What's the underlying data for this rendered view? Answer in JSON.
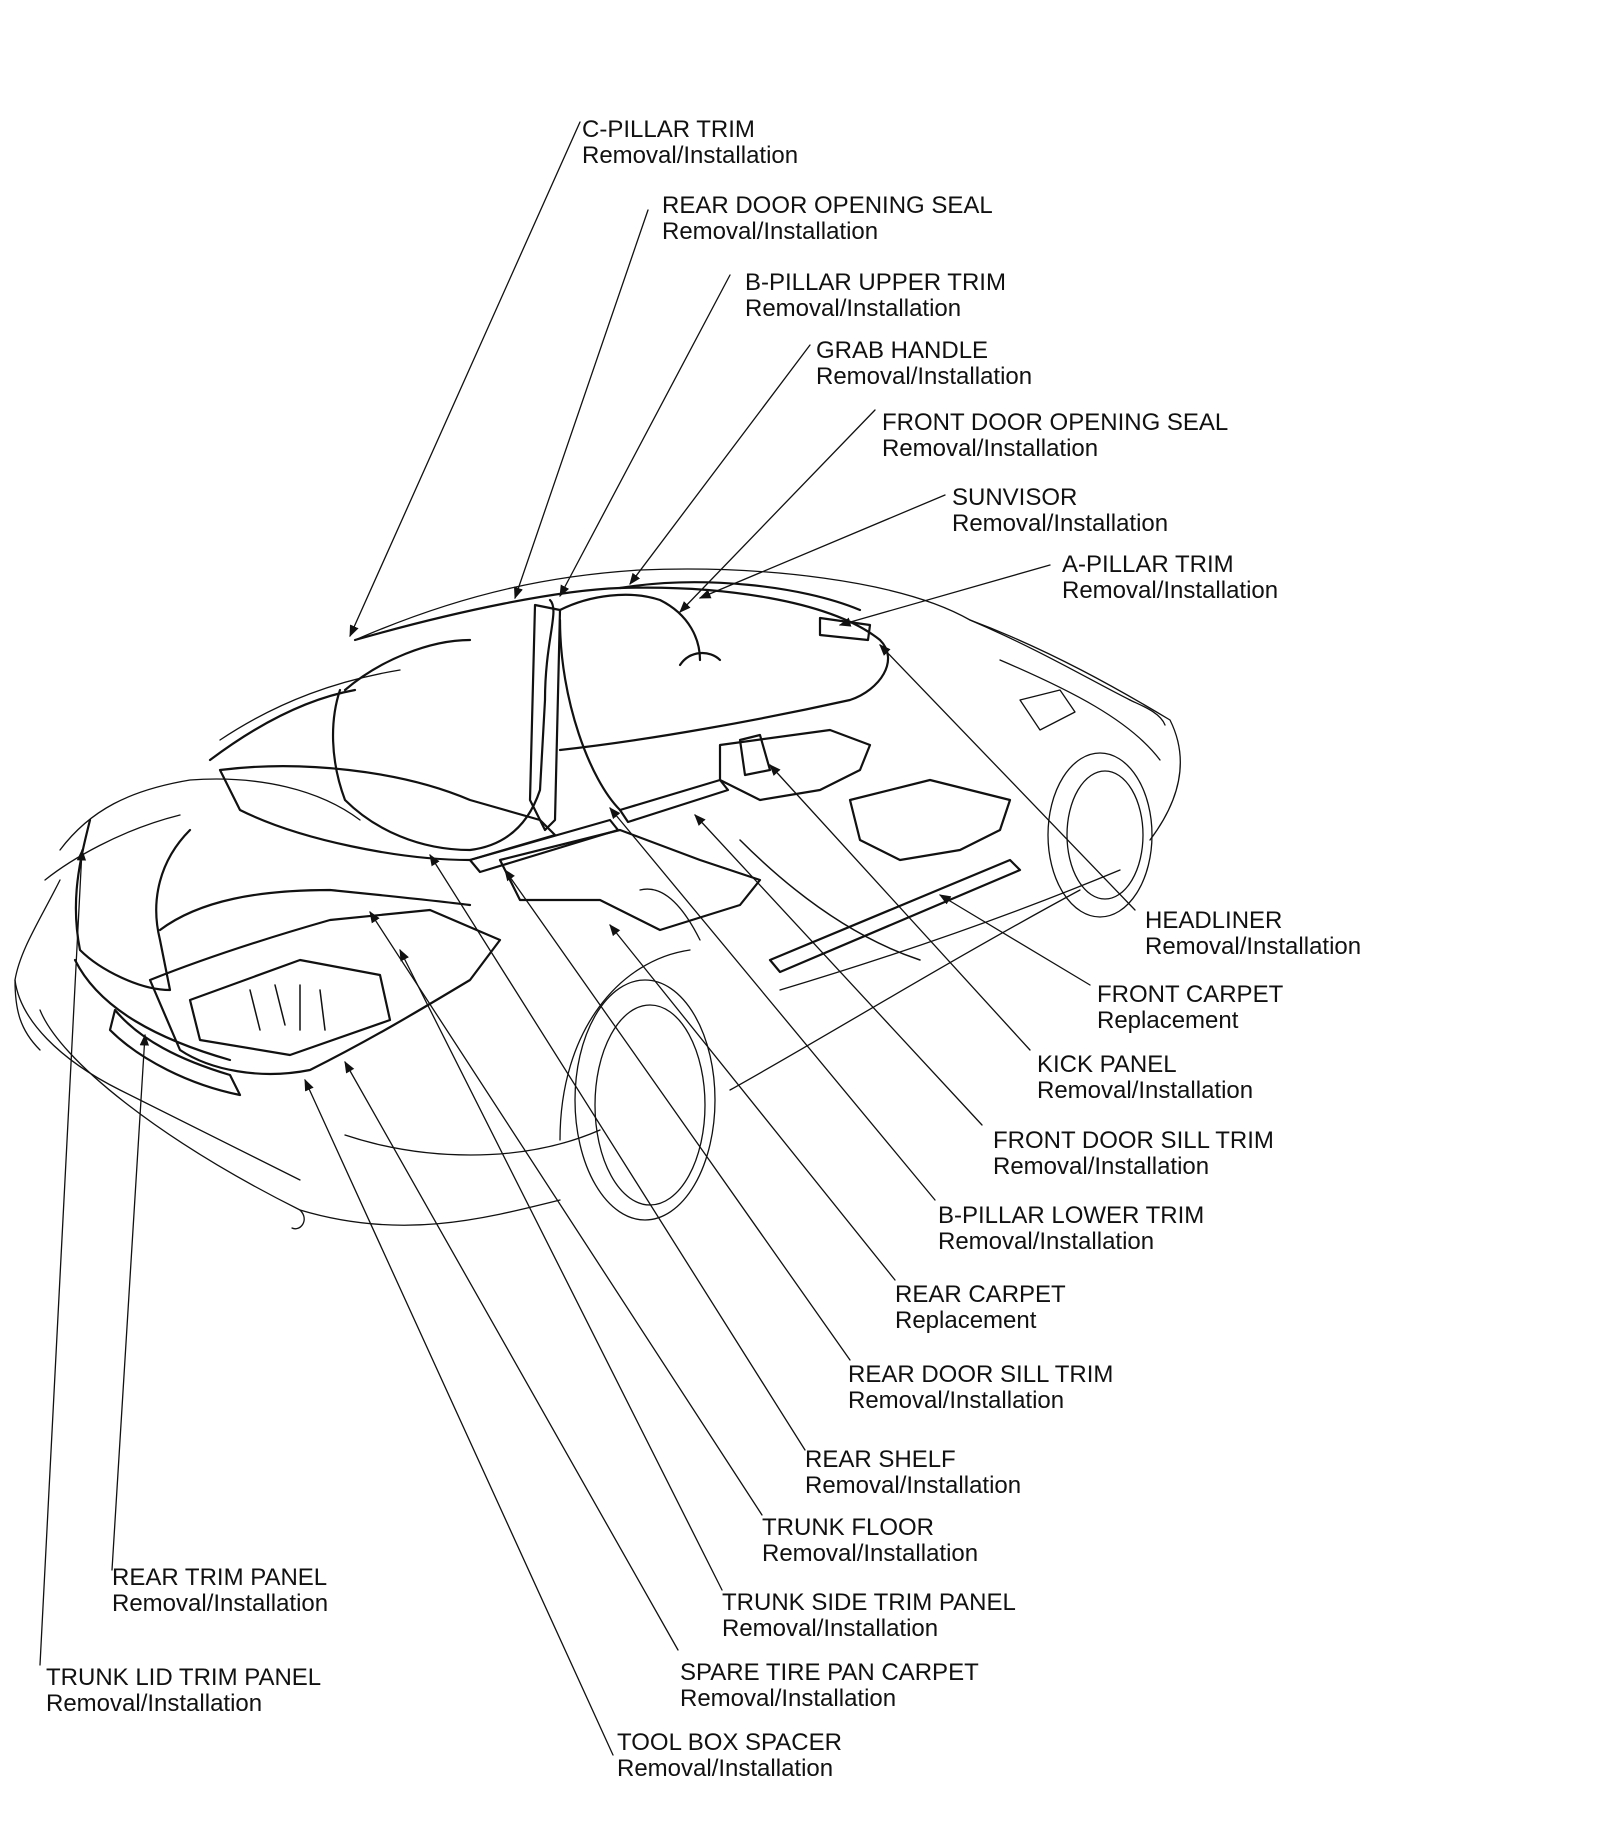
{
  "colors": {
    "line": "#111111",
    "text": "#111111",
    "background": "#ffffff"
  },
  "callouts": [
    {
      "id": "c-pillar-trim",
      "title": "C-PILLAR TRIM",
      "action": "Removal/Installation"
    },
    {
      "id": "rear-door-opening-seal",
      "title": "REAR DOOR OPENING SEAL",
      "action": "Removal/Installation"
    },
    {
      "id": "b-pillar-upper-trim",
      "title": "B-PILLAR UPPER TRIM",
      "action": "Removal/Installation"
    },
    {
      "id": "grab-handle",
      "title": "GRAB HANDLE",
      "action": "Removal/Installation"
    },
    {
      "id": "front-door-opening-seal",
      "title": "FRONT DOOR OPENING SEAL",
      "action": "Removal/Installation"
    },
    {
      "id": "sunvisor",
      "title": "SUNVISOR",
      "action": "Removal/Installation"
    },
    {
      "id": "a-pillar-trim",
      "title": "A-PILLAR TRIM",
      "action": "Removal/Installation"
    },
    {
      "id": "headliner",
      "title": "HEADLINER",
      "action": "Removal/Installation"
    },
    {
      "id": "front-carpet",
      "title": "FRONT CARPET",
      "action": "Replacement"
    },
    {
      "id": "kick-panel",
      "title": "KICK PANEL",
      "action": "Removal/Installation"
    },
    {
      "id": "front-door-sill-trim",
      "title": "FRONT DOOR SILL TRIM",
      "action": "Removal/Installation"
    },
    {
      "id": "b-pillar-lower-trim",
      "title": "B-PILLAR LOWER TRIM",
      "action": "Removal/Installation"
    },
    {
      "id": "rear-carpet",
      "title": "REAR CARPET",
      "action": "Replacement"
    },
    {
      "id": "rear-door-sill-trim",
      "title": "REAR DOOR SILL TRIM",
      "action": "Removal/Installation"
    },
    {
      "id": "rear-shelf",
      "title": "REAR SHELF",
      "action": "Removal/Installation"
    },
    {
      "id": "trunk-floor",
      "title": "TRUNK FLOOR",
      "action": "Removal/Installation"
    },
    {
      "id": "trunk-side-trim-panel",
      "title": "TRUNK SIDE TRIM PANEL",
      "action": "Removal/Installation"
    },
    {
      "id": "spare-tire-pan-carpet",
      "title": "SPARE TIRE PAN CARPET",
      "action": "Removal/Installation"
    },
    {
      "id": "tool-box-spacer",
      "title": "TOOL BOX SPACER",
      "action": "Removal/Installation"
    },
    {
      "id": "rear-trim-panel",
      "title": "REAR TRIM PANEL",
      "action": "Removal/Installation"
    },
    {
      "id": "trunk-lid-trim-panel",
      "title": "TRUNK LID TRIM PANEL",
      "action": "Removal/Installation"
    }
  ]
}
